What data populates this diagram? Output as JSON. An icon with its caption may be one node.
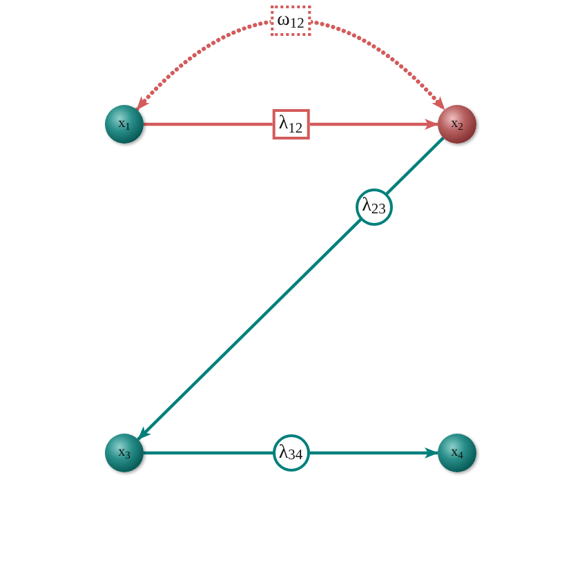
{
  "diagram": {
    "nodes": [
      {
        "text": [
          "x$_{1}$"
        ]
      },
      {
        "text": [
          "x$_{2}$"
        ]
      },
      {
        "text": [
          "x$_{3}$"
        ]
      },
      {
        "text": [
          "x$_{4}$"
        ]
      }
    ],
    "edges": [
      {
        "from": 0,
        "to": 1,
        "arrow": "to",
        "label": "λ$_{12}$",
        "color": "#d35b5b"
      },
      {
        "from": 0,
        "to": 1,
        "arrow": "both",
        "label": "ω$_{12}$",
        "style": "dashed",
        "color": "#d35b5b"
      },
      {
        "from": 1,
        "to": 2,
        "arrow": "to",
        "label": "λ$_{23}$",
        "color": "#00807c"
      },
      {
        "from": 2,
        "to": 3,
        "arrow": "to",
        "label": "λ$_{34}$",
        "color": "#00807c"
      }
    ]
  }
}
